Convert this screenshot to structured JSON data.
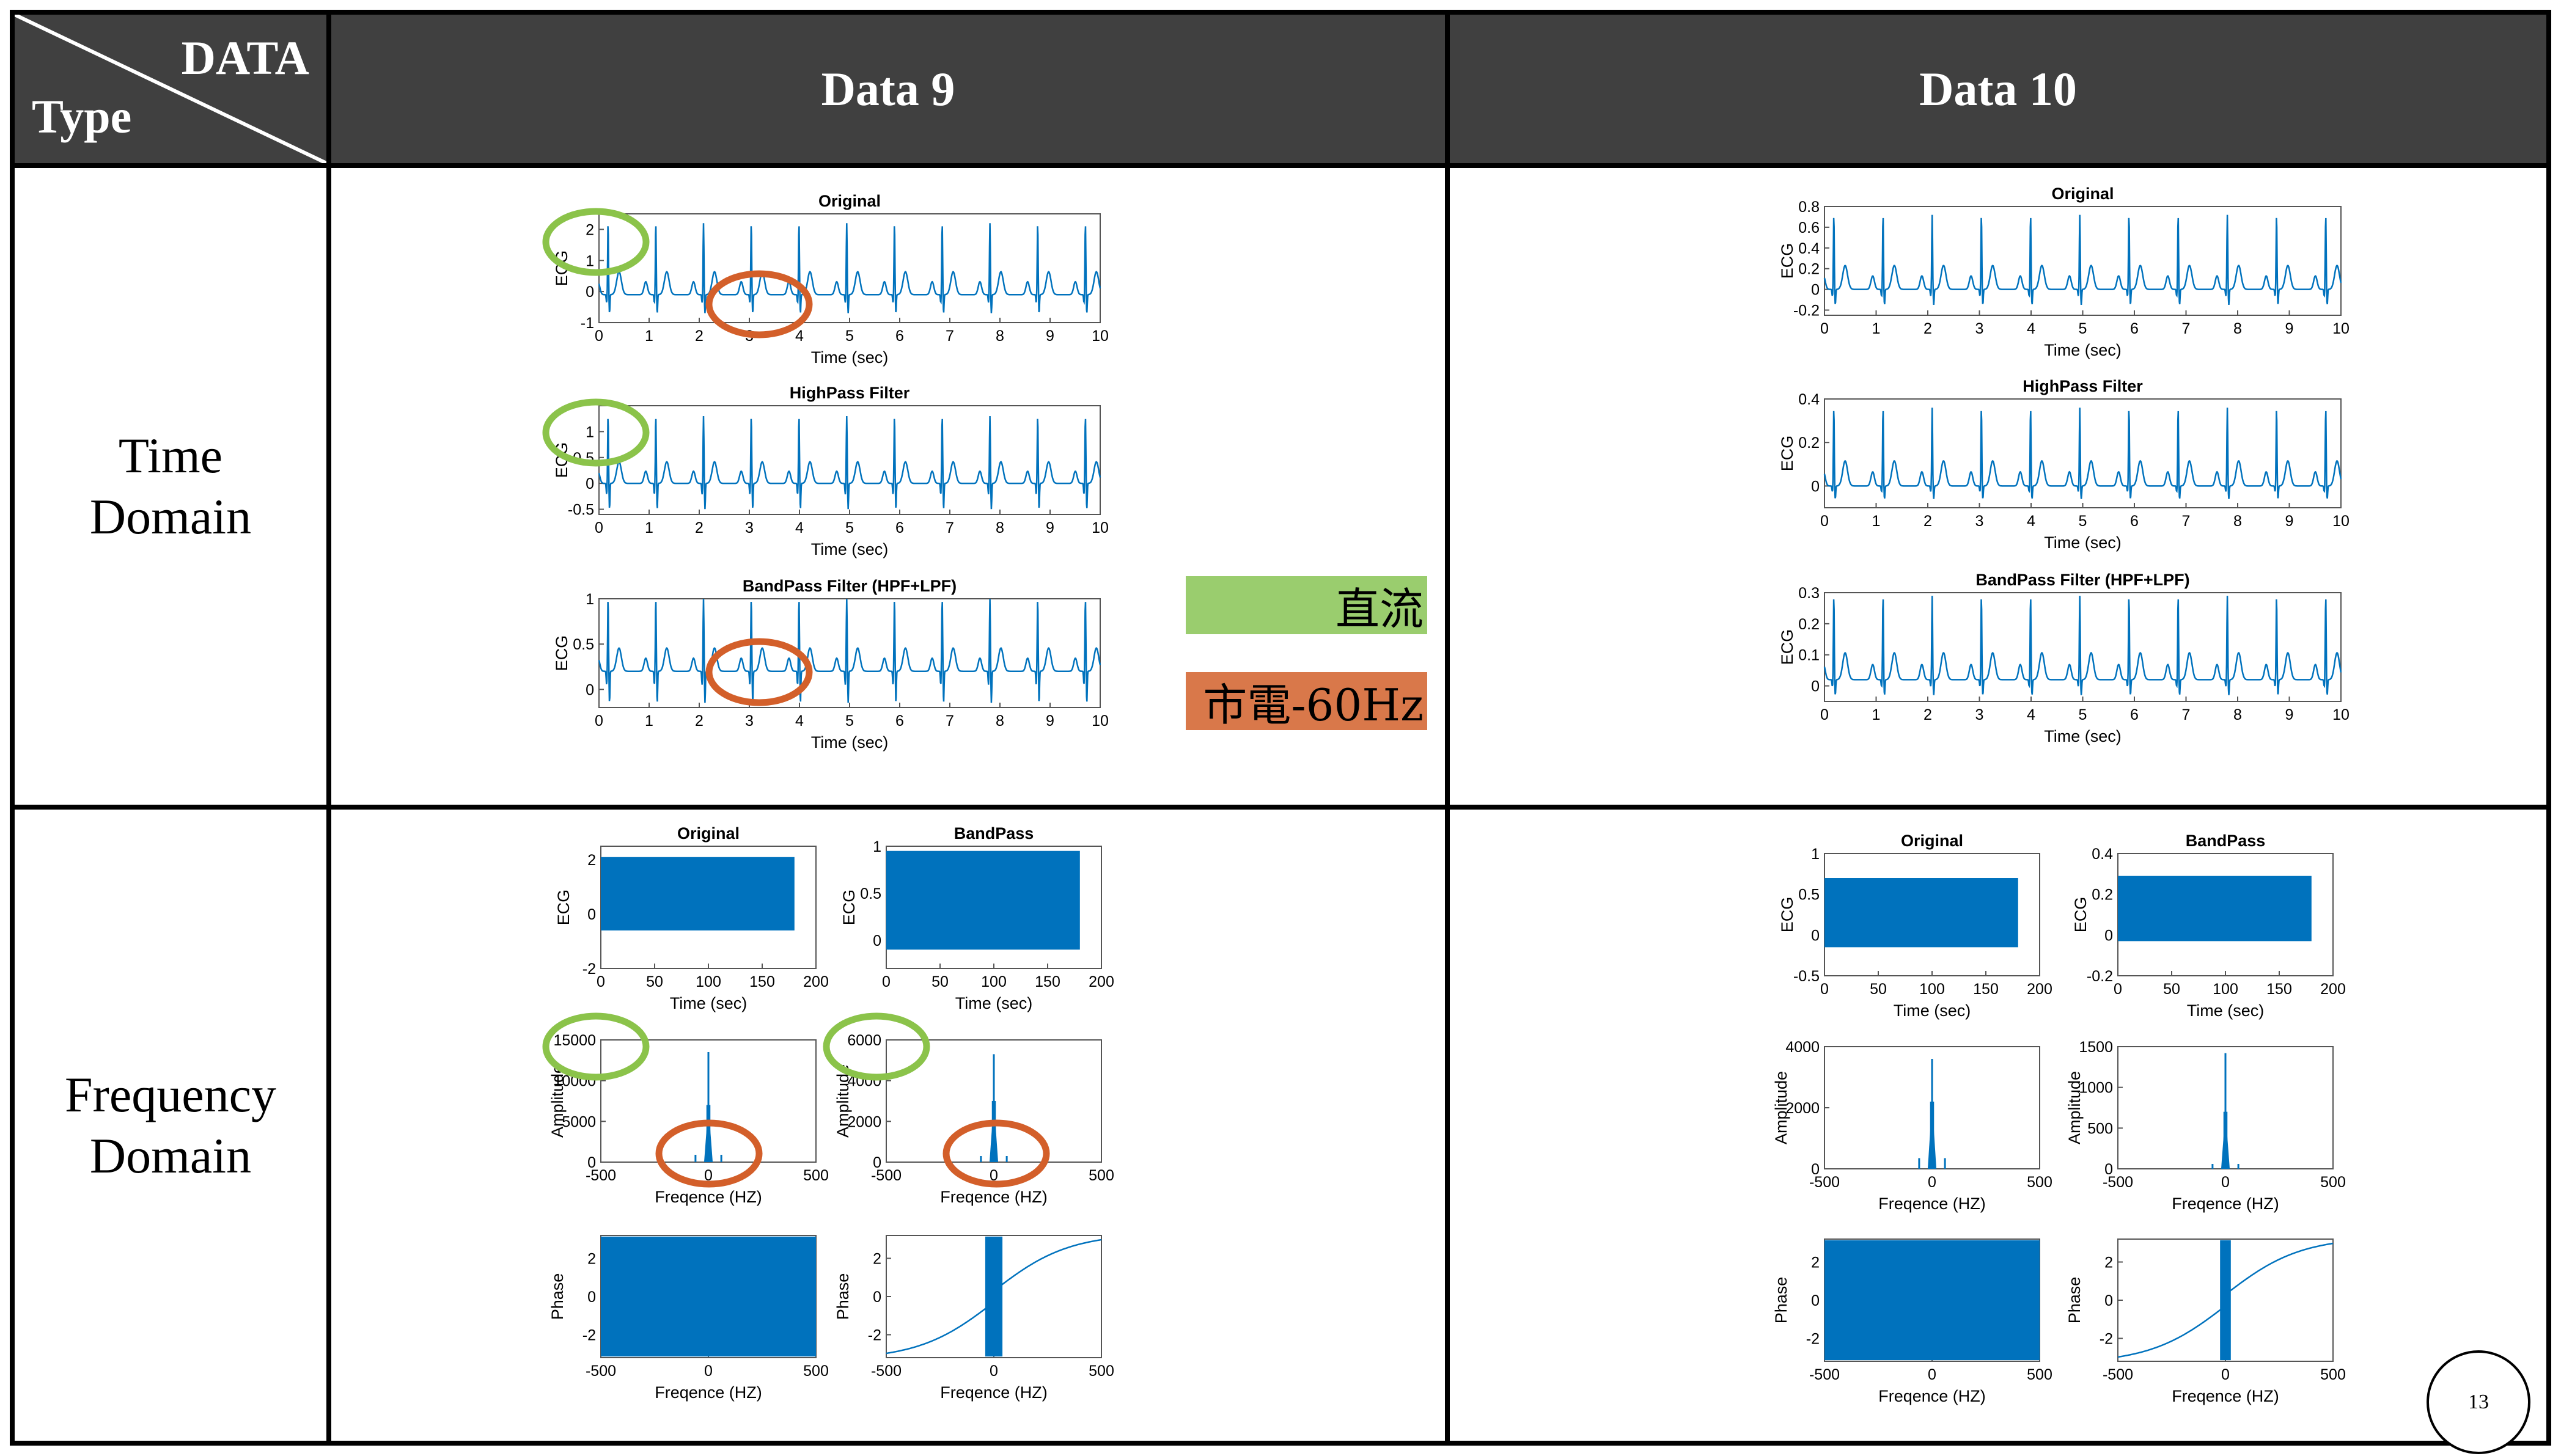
{
  "header": {
    "corner_top": "DATA",
    "corner_bottom": "Type",
    "col1": "Data 9",
    "col2": "Data 10"
  },
  "rows": {
    "time": [
      "Time",
      "Domain"
    ],
    "freq": [
      "Frequency",
      "Domain"
    ]
  },
  "legend": {
    "dc": {
      "label": "直流",
      "color": "#9ACD6E"
    },
    "mains": {
      "label": "市電-60Hz",
      "color": "#D9784A"
    }
  },
  "page_number": "13",
  "colors": {
    "header_bg": "#404040",
    "signal": "#0072BD",
    "green_marker": "#8BC34A",
    "orange_marker": "#D35F2A"
  },
  "chart_data": [
    {
      "id": "d9_orig",
      "type": "line",
      "title": "Original",
      "xlabel": "Time (sec)",
      "ylabel": "ECG",
      "xlim": [
        0,
        10
      ],
      "ylim": [
        -1,
        2.5
      ],
      "xticks": [
        0,
        1,
        2,
        3,
        4,
        5,
        6,
        7,
        8,
        9,
        10
      ],
      "yticks": [
        -1,
        0,
        1,
        2
      ],
      "series": [
        {
          "beats_per_10s": 10.5,
          "baseline": -0.1,
          "peak": 2.2,
          "trough": -0.7
        }
      ]
    },
    {
      "id": "d9_hpf",
      "type": "line",
      "title": "HighPass Filter",
      "xlabel": "Time (sec)",
      "ylabel": "ECG",
      "xlim": [
        0,
        10
      ],
      "ylim": [
        -0.6,
        1.5
      ],
      "xticks": [
        0,
        1,
        2,
        3,
        4,
        5,
        6,
        7,
        8,
        9,
        10
      ],
      "yticks": [
        -0.5,
        0,
        0.5,
        1
      ],
      "series": [
        {
          "beats_per_10s": 10.5,
          "baseline": 0,
          "peak": 1.3,
          "trough": -0.5
        }
      ]
    },
    {
      "id": "d9_bpf",
      "type": "line",
      "title": "BandPass Filter (HPF+LPF)",
      "xlabel": "Time (sec)",
      "ylabel": "ECG",
      "xlim": [
        0,
        10
      ],
      "ylim": [
        -0.2,
        1
      ],
      "xticks": [
        0,
        1,
        2,
        3,
        4,
        5,
        6,
        7,
        8,
        9,
        10
      ],
      "yticks": [
        0,
        0.5,
        1
      ],
      "series": [
        {
          "beats_per_10s": 10.5,
          "baseline": 0.2,
          "peak": 1.0,
          "trough": -0.15
        }
      ]
    },
    {
      "id": "d10_orig",
      "type": "line",
      "title": "Original",
      "xlabel": "Time (sec)",
      "ylabel": "ECG",
      "xlim": [
        0,
        10
      ],
      "ylim": [
        -0.25,
        0.8
      ],
      "xticks": [
        0,
        1,
        2,
        3,
        4,
        5,
        6,
        7,
        8,
        9,
        10
      ],
      "yticks": [
        -0.2,
        0,
        0.2,
        0.4,
        0.6,
        0.8
      ],
      "series": [
        {
          "beats_per_10s": 10.5,
          "baseline": 0,
          "peak": 0.72,
          "trough": -0.15
        }
      ]
    },
    {
      "id": "d10_hpf",
      "type": "line",
      "title": "HighPass Filter",
      "xlabel": "Time (sec)",
      "ylabel": "ECG",
      "xlim": [
        0,
        10
      ],
      "ylim": [
        -0.1,
        0.4
      ],
      "xticks": [
        0,
        1,
        2,
        3,
        4,
        5,
        6,
        7,
        8,
        9,
        10
      ],
      "yticks": [
        0,
        0.2,
        0.4
      ],
      "series": [
        {
          "beats_per_10s": 10.5,
          "baseline": 0,
          "peak": 0.36,
          "trough": -0.06
        }
      ]
    },
    {
      "id": "d10_bpf",
      "type": "line",
      "title": "BandPass Filter (HPF+LPF)",
      "xlabel": "Time (sec)",
      "ylabel": "ECG",
      "xlim": [
        0,
        10
      ],
      "ylim": [
        -0.05,
        0.3
      ],
      "xticks": [
        0,
        1,
        2,
        3,
        4,
        5,
        6,
        7,
        8,
        9,
        10
      ],
      "yticks": [
        0,
        0.1,
        0.2,
        0.3
      ],
      "series": [
        {
          "beats_per_10s": 10.5,
          "baseline": 0.02,
          "peak": 0.29,
          "trough": -0.03
        }
      ]
    },
    {
      "id": "d9_f_orig",
      "type": "area",
      "title": "Original",
      "xlabel": "Time (sec)",
      "ylabel": "ECG",
      "xlim": [
        0,
        200
      ],
      "ylim": [
        -2,
        2.5
      ],
      "xticks": [
        0,
        50,
        100,
        150,
        200
      ],
      "yticks": [
        -2,
        0,
        2
      ],
      "band": {
        "x_end": 180,
        "low": -0.6,
        "high": 2.1
      }
    },
    {
      "id": "d9_f_band",
      "type": "area",
      "title": "BandPass",
      "xlabel": "Time (sec)",
      "ylabel": "ECG",
      "xlim": [
        0,
        200
      ],
      "ylim": [
        -0.3,
        1
      ],
      "xticks": [
        0,
        50,
        100,
        150,
        200
      ],
      "yticks": [
        0,
        0.5,
        1
      ],
      "band": {
        "x_end": 180,
        "low": -0.1,
        "high": 0.95
      }
    },
    {
      "id": "d9_amp_orig",
      "type": "bar",
      "title": "",
      "xlabel": "Freqence (HZ)",
      "ylabel": "Amplitude",
      "xlim": [
        -500,
        500
      ],
      "ylim": [
        0,
        15000
      ],
      "xticks": [
        -500,
        0,
        500
      ],
      "yticks": [
        0,
        5000,
        10000,
        15000
      ],
      "spikes": [
        {
          "x": 0,
          "y": 13500
        },
        {
          "x": -5,
          "y": 7000
        },
        {
          "x": 5,
          "y": 7000
        },
        {
          "x": -60,
          "y": 900
        },
        {
          "x": 60,
          "y": 900
        }
      ]
    },
    {
      "id": "d9_amp_band",
      "type": "bar",
      "title": "",
      "xlabel": "Freqence (HZ)",
      "ylabel": "Amplitude",
      "xlim": [
        -500,
        500
      ],
      "ylim": [
        0,
        6000
      ],
      "xticks": [
        -500,
        0,
        500
      ],
      "yticks": [
        0,
        2000,
        4000,
        6000
      ],
      "spikes": [
        {
          "x": 0,
          "y": 5300
        },
        {
          "x": -5,
          "y": 3000
        },
        {
          "x": 5,
          "y": 3000
        },
        {
          "x": -60,
          "y": 300
        },
        {
          "x": 60,
          "y": 300
        }
      ]
    },
    {
      "id": "d9_ph_orig",
      "type": "area",
      "title": "",
      "xlabel": "Freqence (HZ)",
      "ylabel": "Phase",
      "xlim": [
        -500,
        500
      ],
      "ylim": [
        -3.2,
        3.2
      ],
      "xticks": [
        -500,
        0,
        500
      ],
      "yticks": [
        -2,
        0,
        2
      ],
      "band": {
        "x_start": -500,
        "x_end": 500,
        "low": -3.14,
        "high": 3.14
      }
    },
    {
      "id": "d9_ph_band",
      "type": "line",
      "title": "",
      "xlabel": "Freqence (HZ)",
      "ylabel": "Phase",
      "xlim": [
        -500,
        500
      ],
      "ylim": [
        -3.2,
        3.2
      ],
      "xticks": [
        -500,
        0,
        500
      ],
      "yticks": [
        -2,
        0,
        2
      ],
      "band": {
        "x_start": -40,
        "x_end": 40,
        "low": -3.14,
        "high": 3.14
      }
    },
    {
      "id": "d10_f_orig",
      "type": "area",
      "title": "Original",
      "xlabel": "Time (sec)",
      "ylabel": "ECG",
      "xlim": [
        0,
        200
      ],
      "ylim": [
        -0.5,
        1
      ],
      "xticks": [
        0,
        50,
        100,
        150,
        200
      ],
      "yticks": [
        -0.5,
        0,
        0.5,
        1
      ],
      "band": {
        "x_end": 180,
        "low": -0.15,
        "high": 0.7
      }
    },
    {
      "id": "d10_f_band",
      "type": "area",
      "title": "BandPass",
      "xlabel": "Time (sec)",
      "ylabel": "ECG",
      "xlim": [
        0,
        200
      ],
      "ylim": [
        -0.2,
        0.4
      ],
      "xticks": [
        0,
        50,
        100,
        150,
        200
      ],
      "yticks": [
        -0.2,
        0,
        0.2,
        0.4
      ],
      "band": {
        "x_end": 180,
        "low": -0.03,
        "high": 0.29
      }
    },
    {
      "id": "d10_amp_orig",
      "type": "bar",
      "title": "",
      "xlabel": "Freqence (HZ)",
      "ylabel": "Amplitude",
      "xlim": [
        -500,
        500
      ],
      "ylim": [
        0,
        4000
      ],
      "xticks": [
        -500,
        0,
        500
      ],
      "yticks": [
        0,
        2000,
        4000
      ],
      "spikes": [
        {
          "x": 0,
          "y": 3600
        },
        {
          "x": -5,
          "y": 2200
        },
        {
          "x": 5,
          "y": 2200
        },
        {
          "x": -60,
          "y": 350
        },
        {
          "x": 60,
          "y": 350
        }
      ]
    },
    {
      "id": "d10_amp_band",
      "type": "bar",
      "title": "",
      "xlabel": "Freqence (HZ)",
      "ylabel": "Amplitude",
      "xlim": [
        -500,
        500
      ],
      "ylim": [
        0,
        1500
      ],
      "xticks": [
        -500,
        0,
        500
      ],
      "yticks": [
        0,
        500,
        1000,
        1500
      ],
      "spikes": [
        {
          "x": 0,
          "y": 1420
        },
        {
          "x": -5,
          "y": 700
        },
        {
          "x": 5,
          "y": 700
        },
        {
          "x": -60,
          "y": 60
        },
        {
          "x": 60,
          "y": 60
        }
      ]
    },
    {
      "id": "d10_ph_orig",
      "type": "area",
      "title": "",
      "xlabel": "Freqence (HZ)",
      "ylabel": "Phase",
      "xlim": [
        -500,
        500
      ],
      "ylim": [
        -3.2,
        3.2
      ],
      "xticks": [
        -500,
        0,
        500
      ],
      "yticks": [
        -2,
        0,
        2
      ],
      "band": {
        "x_start": -500,
        "x_end": 500,
        "low": -3.14,
        "high": 3.14
      }
    },
    {
      "id": "d10_ph_band",
      "type": "line",
      "title": "",
      "xlabel": "Freqence (HZ)",
      "ylabel": "Phase",
      "xlim": [
        -500,
        500
      ],
      "ylim": [
        -3.2,
        3.2
      ],
      "xticks": [
        -500,
        0,
        500
      ],
      "yticks": [
        -2,
        0,
        2
      ],
      "band": {
        "x_start": -25,
        "x_end": 25,
        "low": -3.14,
        "high": 3.14
      }
    }
  ]
}
